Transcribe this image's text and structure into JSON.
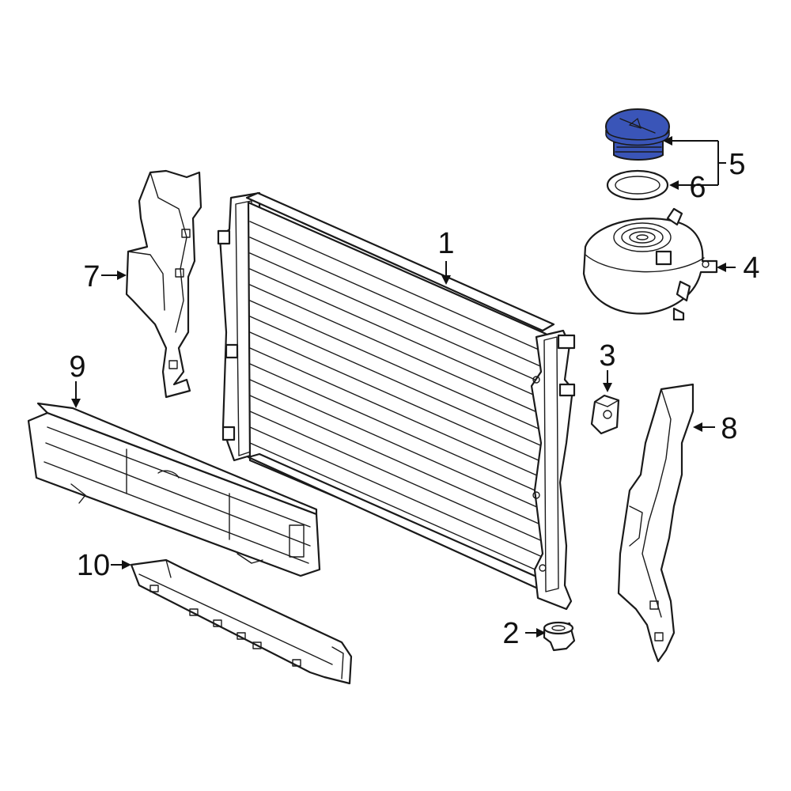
{
  "diagram": {
    "highlight_color": "#3a55b8",
    "line_color": "#1a1a1a",
    "background_color": "#ffffff",
    "callouts": {
      "c1": "1",
      "c2": "2",
      "c3": "3",
      "c4": "4",
      "c5": "5",
      "c6": "6",
      "c7": "7",
      "c8": "8",
      "c9": "9",
      "c10": "10"
    }
  }
}
